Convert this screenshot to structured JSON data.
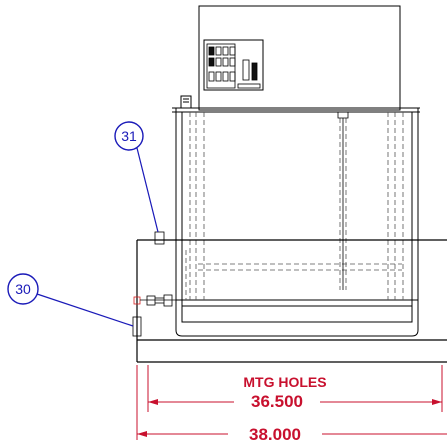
{
  "callouts": [
    {
      "label": "31"
    },
    {
      "label": "30"
    }
  ],
  "dimensions": {
    "mtg_holes_label": "MTG HOLES",
    "mtg_holes_value": "36.500",
    "overall_value": "38.000"
  },
  "colors": {
    "line": "#000000",
    "callout": "#1a1ab8",
    "dimension": "#c8102e",
    "hidden": "#555555",
    "fitting": "#d42020"
  }
}
